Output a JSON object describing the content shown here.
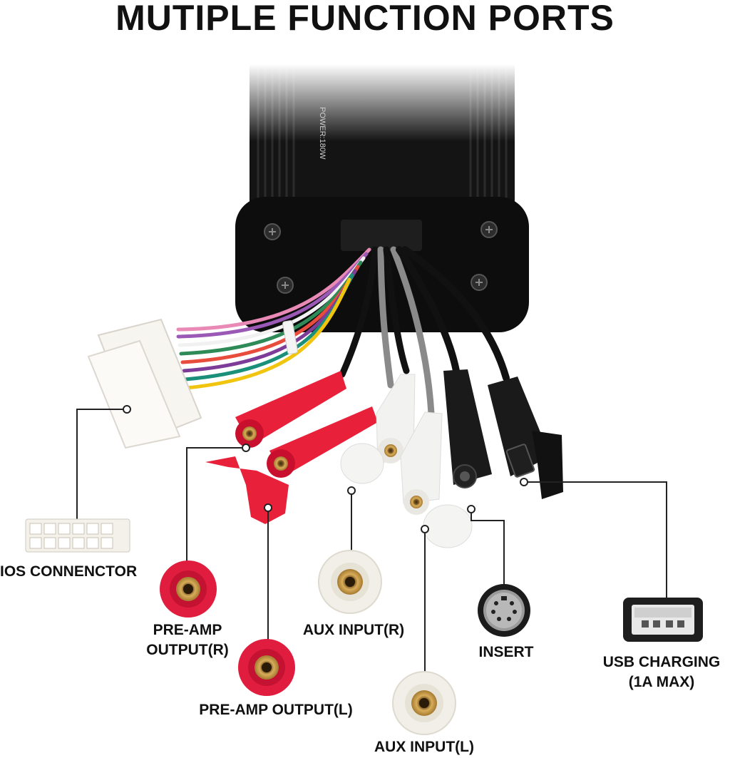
{
  "title": "MUTIPLE FUNCTION PORTS",
  "amp": {
    "power_label": "POWER:180W"
  },
  "labels": {
    "ios_connector": "IOS CONNENCTOR",
    "preamp_r_line1": "PRE-AMP",
    "preamp_r_line2": "OUTPUT(R)",
    "preamp_l": "PRE-AMP OUTPUT(L)",
    "aux_r": "AUX INPUT(R)",
    "aux_l": "AUX INPUT(L)",
    "insert": "INSERT",
    "usb_line1": "USB CHARGING",
    "usb_line2": "(1A MAX)"
  },
  "colors": {
    "amp_body": "#151515",
    "red_plug": "#e8203a",
    "white_plug": "#f2f2f0",
    "gold": "#c89a4a",
    "leader_line": "#222222"
  }
}
